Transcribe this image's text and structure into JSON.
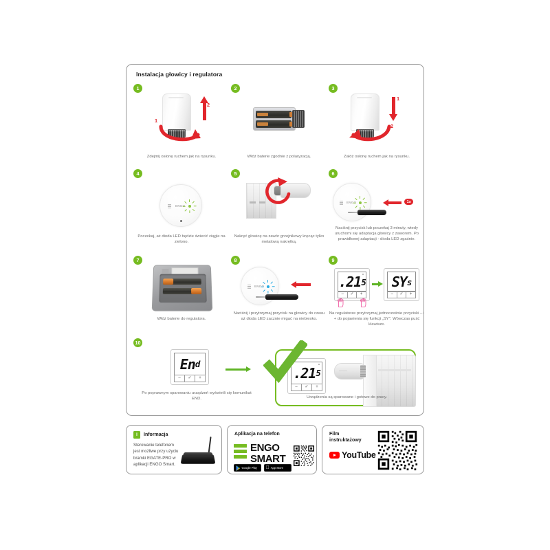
{
  "document": {
    "title": "Instalacja głowicy i regulatora",
    "language": "pl"
  },
  "colors": {
    "brand_green": "#76bc21",
    "arrow_red": "#e1262c",
    "arrow_green": "#5fb425",
    "led_green": "#8dc63f",
    "led_blue": "#29abe2",
    "hand_pink": "#ef4d9a",
    "youtube_red": "#ff0000",
    "text_gray": "#6d6d6d",
    "border_gray": "#9a9a9a"
  },
  "steps": [
    {
      "number": "1",
      "caption": "Zdejmij osłonę ruchem jak na rysunku.",
      "image": "thermostatic-head-side-remove-cover",
      "arrow_labels": [
        "1",
        "2"
      ]
    },
    {
      "number": "2",
      "caption": "Włóż baterie zgodnie z polaryzacją.",
      "image": "battery-compartment-two-aa-batteries",
      "arrow_labels": []
    },
    {
      "number": "3",
      "caption": "Załóż osłonę ruchem jak na rysunku.",
      "image": "thermostatic-head-side-attach-cover",
      "arrow_labels": [
        "1",
        "2"
      ]
    },
    {
      "number": "4",
      "caption": "Poczekaj, aż dioda LED będzie świecić ciągle na zielono.",
      "image": "head-top-view-green-led",
      "arrow_labels": []
    },
    {
      "number": "5",
      "caption": "Nakręć głowicę na zawór grzejnikowy kręcąc tylko metalową nakrętką.",
      "image": "radiator-valve-screw-on-head",
      "arrow_labels": []
    },
    {
      "number": "6",
      "caption": "Naciśnij przycisk lub poczekaj 3 minuty, wtedy uruchomi się adaptacja głowicy z zaworem. Po prawidłowej adaptacji - dioda LED zgaśnie.",
      "image": "head-top-view-screwdriver-press-button",
      "badge_label": "1x"
    },
    {
      "number": "7",
      "caption": "Włóż baterie do regulatora.",
      "image": "regulator-back-battery-compartment",
      "arrow_labels": []
    },
    {
      "number": "8",
      "caption": "Naciśnij i przytrzymaj przycisk na głowicy do czasu aż dioda LED zacznie migać na niebiesko.",
      "image": "head-top-view-blue-led-screwdriver",
      "arrow_labels": []
    },
    {
      "number": "9",
      "caption": "Na regulatorze przytrzymaj jednocześnie przyciski – i + do pojawienia się funkcji „SY\". Wówczas puść klawisze.",
      "image": "two-thermostat-displays-sy-pairing",
      "arrow_labels": []
    },
    {
      "number": "10",
      "caption": "Po poprawnym sparowaniu urządzeń wyświetli się komunikat END.",
      "image": "thermostat-display-end-message",
      "arrow_labels": []
    }
  ],
  "displays": {
    "temperature": {
      "value": "21",
      "decimal": "5",
      "degree": "°",
      "dot": "."
    },
    "function_sy": {
      "value": "SY",
      "suffix": "s"
    },
    "end_message": {
      "main": "En",
      "suffix": "d"
    },
    "keys": {
      "minus": "–",
      "check": "✓",
      "plus": "+"
    }
  },
  "final_panel": {
    "caption": "Urządzenia są sparowane i gotowe do pracy.",
    "check_icon": "green-check-mark"
  },
  "bottom_boxes": {
    "info": {
      "title": "Informacja",
      "icon": "info-i-icon",
      "body": "Sterowanie telefonem jest możliwe przy użyciu bramki EGATE-PRO w aplikacji ENGO Smart.",
      "device_image": "egate-pro-gateway"
    },
    "app": {
      "title": "Aplikacja na telefon",
      "logo_line1": "ENGO",
      "logo_line2": "SMART",
      "store_badges": [
        {
          "name": "google-play-badge",
          "label": "Google Play"
        },
        {
          "name": "app-store-badge",
          "label": "App Store"
        }
      ],
      "qr": "app-qr-code"
    },
    "video": {
      "title_line1": "Film",
      "title_line2": "instruktażowy",
      "platform": "YouTube",
      "qr": "youtube-qr-code"
    }
  }
}
